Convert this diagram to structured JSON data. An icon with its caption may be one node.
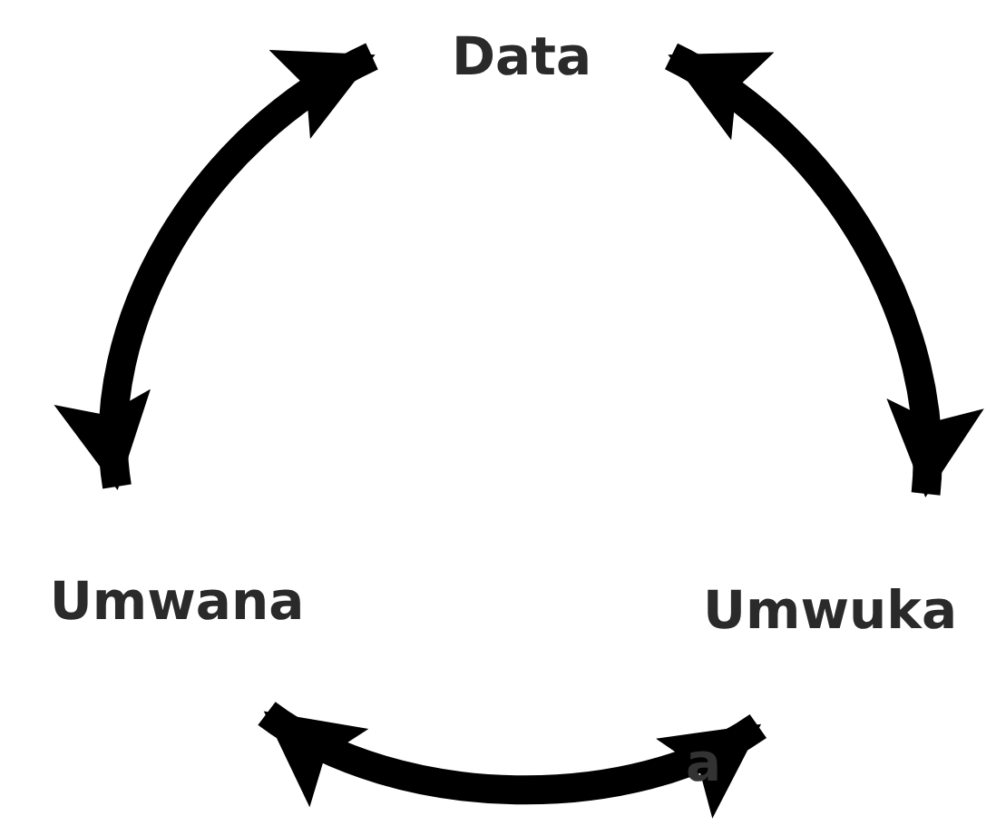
{
  "diagram": {
    "nodes": [
      {
        "text": [
          "Data"
        ]
      },
      {
        "text": [
          "Umwana"
        ]
      },
      {
        "text": [
          "Umwuka"
        ]
      }
    ],
    "edges": [
      {
        "from": 0,
        "to": 1,
        "arrow": "both"
      },
      {
        "from": 0,
        "to": 2,
        "arrow": "both"
      },
      {
        "from": 1,
        "to": 2,
        "arrow": "both"
      }
    ],
    "labels": [
      "a"
    ]
  }
}
